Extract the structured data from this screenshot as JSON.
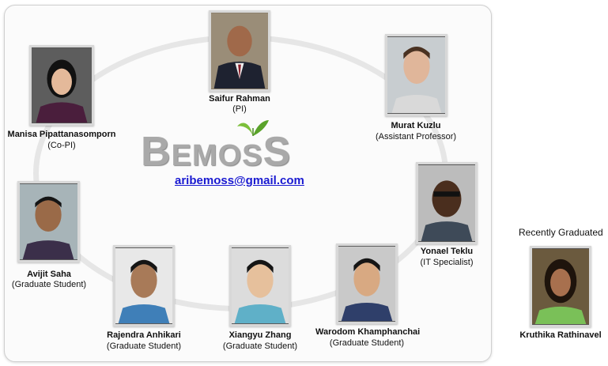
{
  "logo": {
    "text_b": "B",
    "text_emos": "EMOS",
    "text_s": "S"
  },
  "email": "aribemoss@gmail.com",
  "recent_heading": "Recently Graduated",
  "members": [
    {
      "name": "Saifur Rahman",
      "role": "(PI)"
    },
    {
      "name": "Manisa Pipattanasomporn",
      "role": "(Co-PI)"
    },
    {
      "name": "Murat Kuzlu",
      "role": "(Assistant Professor)"
    },
    {
      "name": "Yonael Teklu",
      "role": "(IT Specialist)"
    },
    {
      "name": "Avijit Saha",
      "role": "(Graduate Student)"
    },
    {
      "name": "Rajendra Anhikari",
      "role": "(Graduate Student)"
    },
    {
      "name": "Xiangyu Zhang",
      "role": "(Graduate Student)"
    },
    {
      "name": "Warodom Khamphanchai",
      "role": "(Graduate Student)"
    }
  ],
  "graduated": {
    "name": "Kruthika Rathinavel"
  }
}
